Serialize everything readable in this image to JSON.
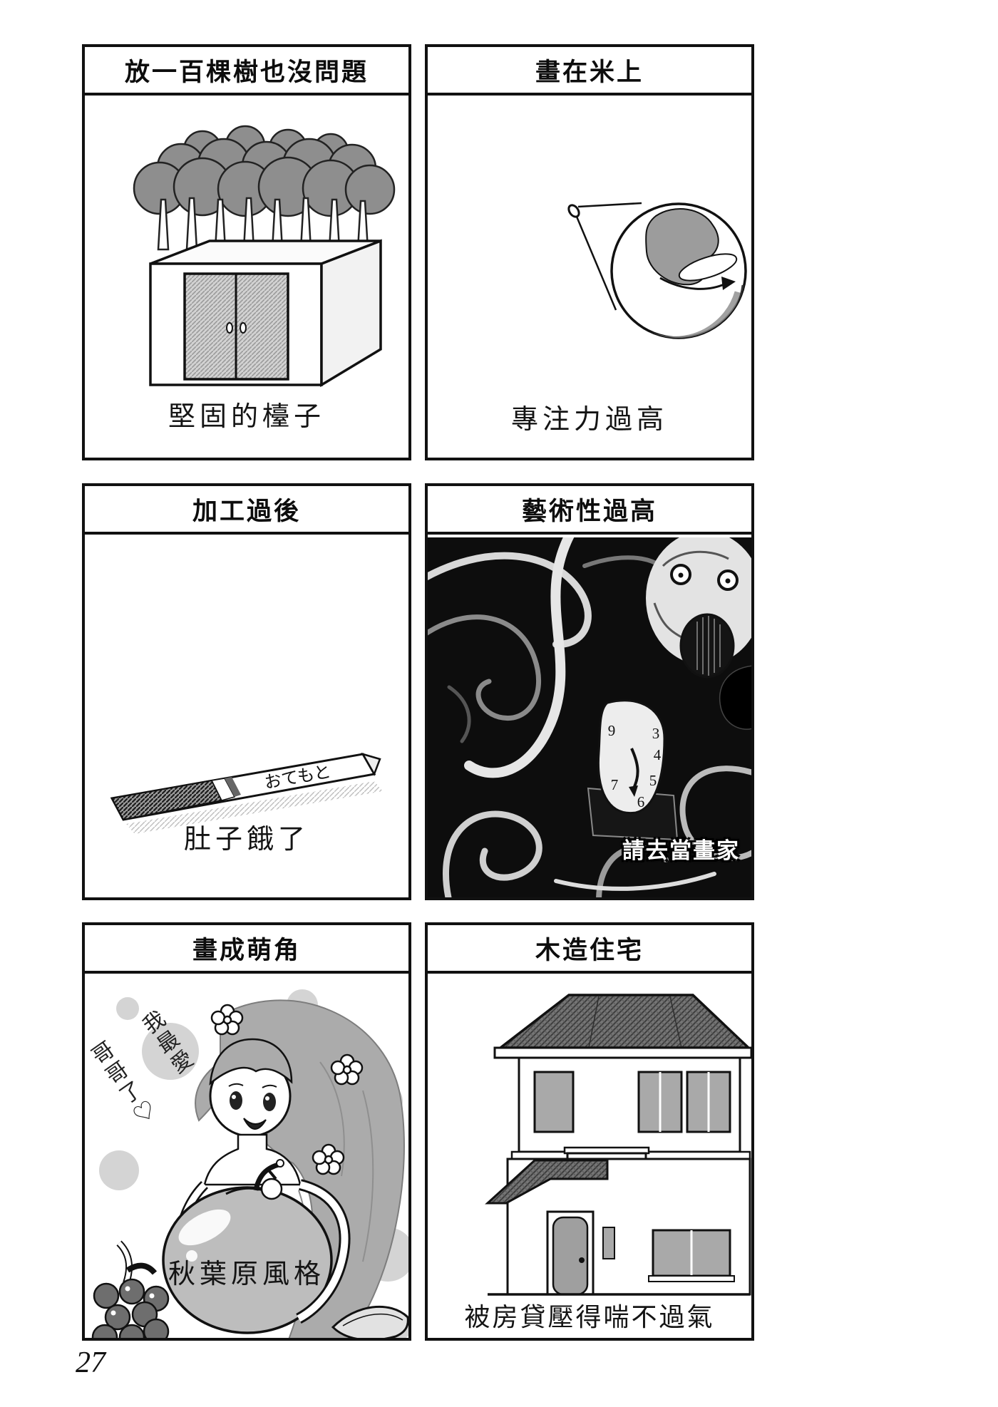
{
  "page": {
    "number": "27",
    "background": "#ffffff",
    "ink": "#111111"
  },
  "panels": [
    {
      "title": "放一百棵樹也沒問題",
      "caption": "堅固的檯子",
      "drawing": "shed-with-hundred-trees"
    },
    {
      "title": "畫在米上",
      "caption": "專注力過高",
      "drawing": "magnified-rice-grain"
    },
    {
      "title": "加工過後",
      "caption": "肚子餓了",
      "prop_label": "おてもと",
      "drawing": "chopstick-sleeve"
    },
    {
      "title": "藝術性過高",
      "caption": "請去當畫家",
      "clock_numbers": [
        "9",
        "3",
        "4",
        "7",
        "5",
        "6"
      ],
      "drawing": "surreal-painting"
    },
    {
      "title": "畫成萌角",
      "caption": "秋葉原風格",
      "speech_col1": "我最愛",
      "speech_col2": "哥哥了♡",
      "drawing": "moe-girl-with-apple"
    },
    {
      "title": "木造住宅",
      "caption": "被房貸壓得喘不過氣",
      "drawing": "wooden-house"
    }
  ]
}
